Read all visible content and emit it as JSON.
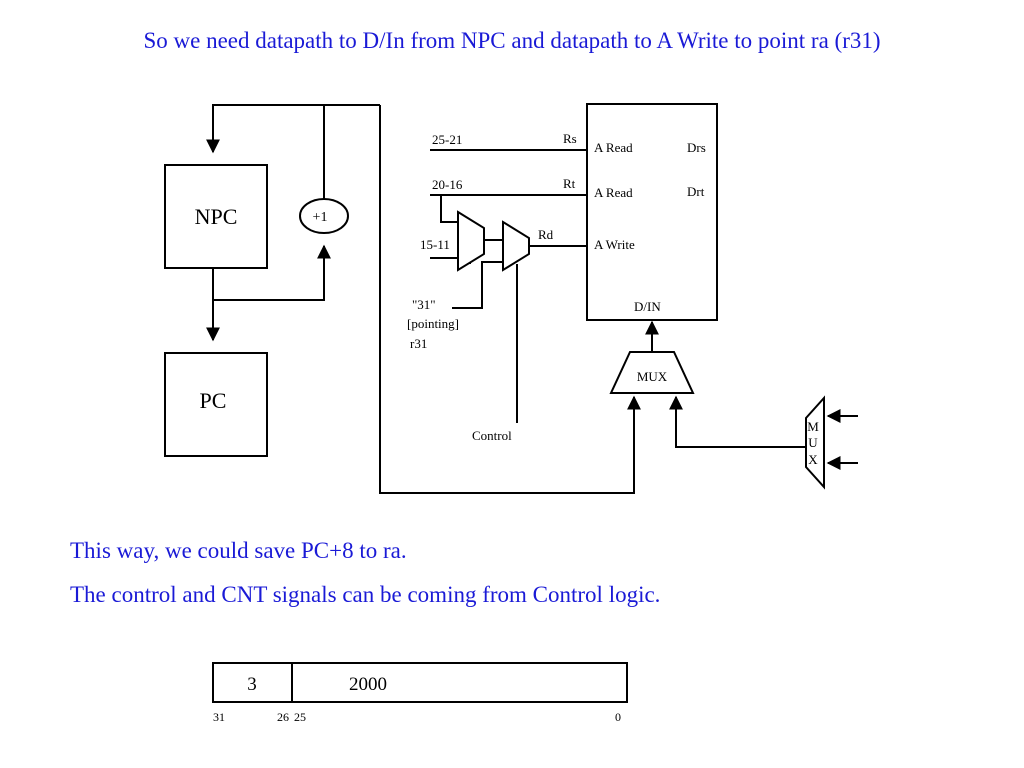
{
  "title": "So we need datapath to D/In from NPC and datapath to A Write to point ra (r31)",
  "diagram": {
    "npc_label": "NPC",
    "pc_label": "PC",
    "adder_label": "+1",
    "bits_25_21": "25-21",
    "bits_20_16": "20-16",
    "bits_15_11": "15-11",
    "rs_label": "Rs",
    "rt_label": "Rt",
    "rd_label": "Rd",
    "port_a_read_1": "A Read",
    "port_a_read_2": "A Read",
    "port_a_write": "A Write",
    "out_drs": "Drs",
    "out_drt": "Drt",
    "port_din": "D/IN",
    "mux_label": "MUX",
    "const_31": "\"31\"",
    "pointing_label": "[pointing]",
    "r31_label": "r31",
    "control_label": "Control",
    "side_mux_m": "M",
    "side_mux_u": "U",
    "side_mux_x": "X"
  },
  "notes": [
    "This way, we could save PC+8 to ra.",
    "The control and CNT signals can be coming from Control logic."
  ],
  "instruction_format": {
    "opcode_value": "3",
    "target_value": "2000",
    "bit_31": "31",
    "bit_26": "26",
    "bit_25": "25",
    "bit_0": "0"
  }
}
